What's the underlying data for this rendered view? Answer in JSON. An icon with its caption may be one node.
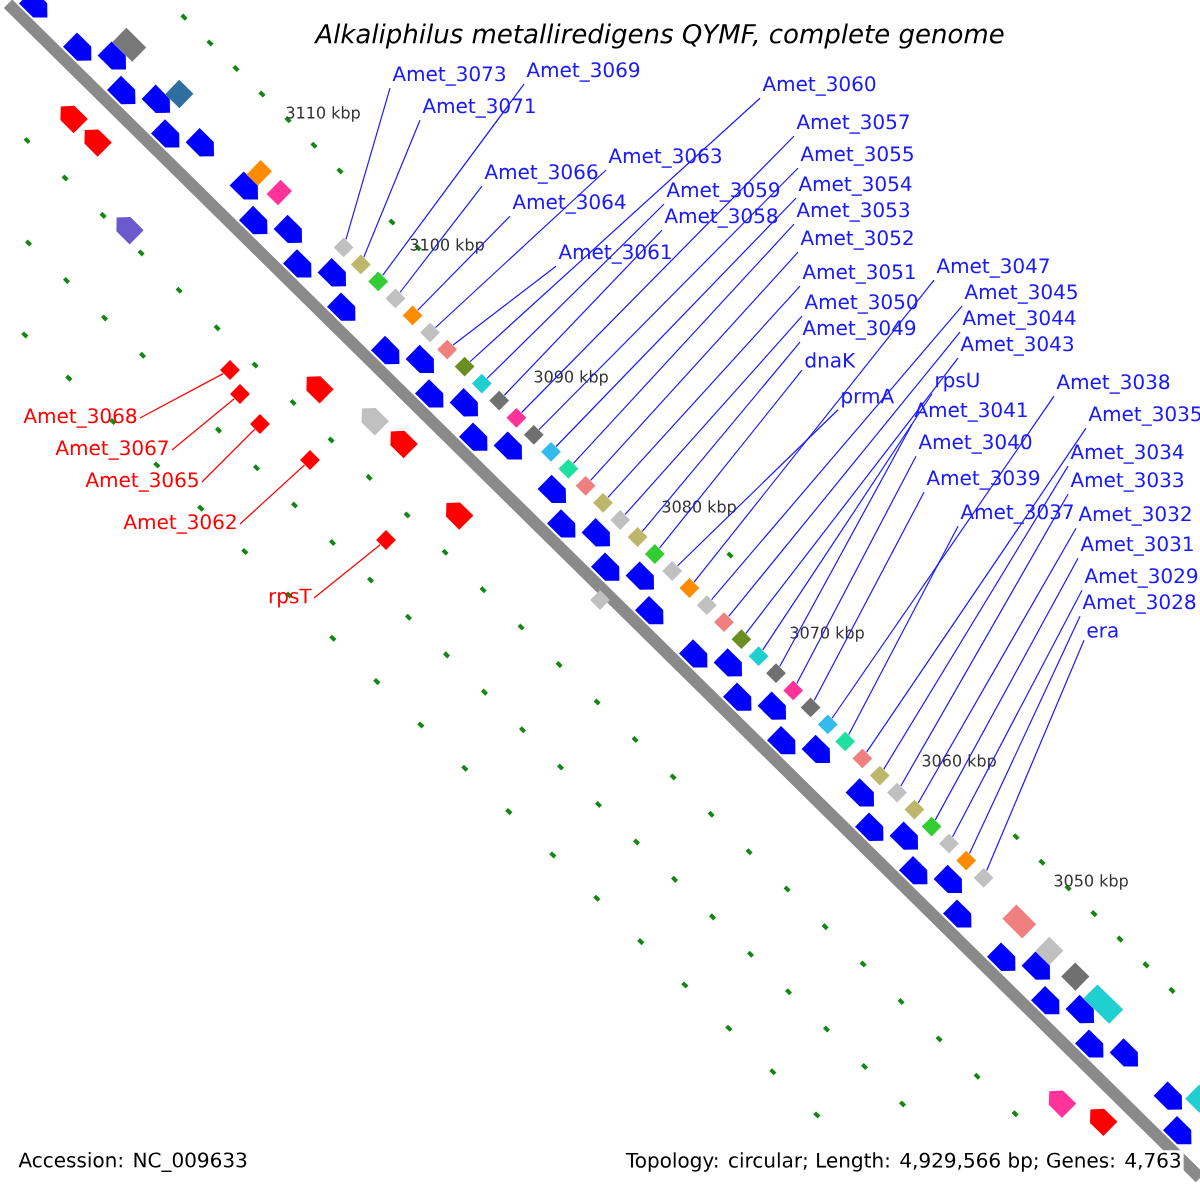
{
  "diagram": {
    "title": "Alkaliphilus metalliredigens QYMF, complete genome",
    "nodes": [
      {
        "text": [
          "Amet_3073"
        ]
      },
      {
        "text": [
          "Amet_3069"
        ]
      },
      {
        "text": [
          "Amet_3071"
        ]
      },
      {
        "text": [
          "Amet_3060"
        ]
      },
      {
        "text": [
          "Amet_3063"
        ]
      },
      {
        "text": [
          "Amet_3066"
        ]
      },
      {
        "text": [
          "Amet_3057"
        ]
      },
      {
        "text": [
          "Amet_3064"
        ]
      },
      {
        "text": [
          "Amet_3055"
        ]
      },
      {
        "text": [
          "Amet_3059"
        ]
      },
      {
        "text": [
          "Amet_3054"
        ]
      },
      {
        "text": [
          "Amet_3058"
        ]
      },
      {
        "text": [
          "Amet_3053"
        ]
      },
      {
        "text": [
          "Amet_3061"
        ]
      },
      {
        "text": [
          "Amet_3052"
        ]
      },
      {
        "text": [
          "Amet_3051"
        ]
      },
      {
        "text": [
          "Amet_3047"
        ]
      },
      {
        "text": [
          "Amet_3050"
        ]
      },
      {
        "text": [
          "Amet_3045"
        ]
      },
      {
        "text": [
          "Amet_3049"
        ]
      },
      {
        "text": [
          "Amet_3044"
        ]
      },
      {
        "text": [
          "Amet_3043"
        ]
      },
      {
        "text": [
          "dnaK"
        ]
      },
      {
        "text": [
          "rpsU"
        ]
      },
      {
        "text": [
          "prmA"
        ]
      },
      {
        "text": [
          "Amet_3038"
        ]
      },
      {
        "text": [
          "Amet_3041"
        ]
      },
      {
        "text": [
          "Amet_3035"
        ]
      },
      {
        "text": [
          "Amet_3040"
        ]
      },
      {
        "text": [
          "Amet_3034"
        ]
      },
      {
        "text": [
          "Amet_3039"
        ]
      },
      {
        "text": [
          "Amet_3033"
        ]
      },
      {
        "text": [
          "Amet_3037"
        ]
      },
      {
        "text": [
          "Amet_3032"
        ]
      },
      {
        "text": [
          "Amet_3031"
        ]
      },
      {
        "text": [
          "Amet_3029"
        ]
      },
      {
        "text": [
          "Amet_3028"
        ]
      },
      {
        "text": [
          "era"
        ]
      },
      {
        "text": [
          "Amet_3068"
        ]
      },
      {
        "text": [
          "Amet_3067"
        ]
      },
      {
        "text": [
          "Amet_3065"
        ]
      },
      {
        "text": [
          "Amet_3062"
        ]
      },
      {
        "text": [
          "rpsT"
        ]
      },
      {
        "text": [],
        "shape": "diamond"
      },
      {
        "text": [],
        "shape": "diamond"
      },
      {
        "text": [],
        "shape": "diamond"
      },
      {
        "text": [],
        "shape": "diamond"
      },
      {
        "text": [],
        "shape": "diamond"
      },
      {
        "text": [],
        "shape": "diamond"
      },
      {
        "text": [],
        "shape": "diamond"
      },
      {
        "text": [],
        "shape": "diamond"
      },
      {
        "text": [],
        "shape": "diamond"
      },
      {
        "text": [],
        "shape": "diamond"
      },
      {
        "text": [],
        "shape": "diamond"
      },
      {
        "text": [],
        "shape": "diamond"
      },
      {
        "text": [],
        "shape": "diamond"
      },
      {
        "text": [],
        "shape": "diamond"
      },
      {
        "text": [],
        "shape": "diamond"
      },
      {
        "text": [],
        "shape": "diamond"
      },
      {
        "text": [],
        "shape": "diamond"
      },
      {
        "text": [],
        "shape": "diamond"
      },
      {
        "text": [],
        "shape": "diamond"
      },
      {
        "text": [],
        "shape": "diamond"
      },
      {
        "text": [],
        "shape": "diamond"
      },
      {
        "text": [],
        "shape": "diamond"
      },
      {
        "text": [],
        "shape": "diamond"
      },
      {
        "text": [],
        "shape": "diamond"
      },
      {
        "text": [],
        "shape": "diamond"
      },
      {
        "text": [],
        "shape": "diamond"
      },
      {
        "text": [],
        "shape": "diamond"
      },
      {
        "text": [],
        "shape": "diamond"
      },
      {
        "text": [],
        "shape": "diamond"
      },
      {
        "text": [],
        "shape": "diamond"
      },
      {
        "text": [],
        "shape": "diamond"
      },
      {
        "text": [],
        "shape": "diamond"
      },
      {
        "text": [],
        "shape": "diamond"
      },
      {
        "text": [],
        "shape": "diamond"
      },
      {
        "text": [],
        "shape": "diamond"
      },
      {
        "text": [],
        "shape": "diamond"
      },
      {
        "text": [],
        "shape": "diamond"
      },
      {
        "text": [],
        "shape": "diamond"
      },
      {
        "text": [],
        "shape": "diamond"
      },
      {
        "text": [],
        "shape": "diamond"
      },
      {
        "text": [],
        "shape": "diamond"
      },
      {
        "text": [],
        "shape": "diamond"
      },
      {
        "text": [],
        "shape": "diamond"
      },
      {
        "text": [],
        "shape": "diamond"
      }
    ],
    "edges": [
      {
        "from": 0,
        "to": 43,
        "arrow": "none"
      },
      {
        "from": 1,
        "to": 45,
        "arrow": "none"
      },
      {
        "from": 2,
        "to": 44,
        "arrow": "none"
      },
      {
        "from": 3,
        "to": 51,
        "arrow": "none"
      },
      {
        "from": 4,
        "to": 48,
        "arrow": "none"
      },
      {
        "from": 5,
        "to": 46,
        "arrow": "none"
      },
      {
        "from": 6,
        "to": 55,
        "arrow": "none"
      },
      {
        "from": 7,
        "to": 47,
        "arrow": "none"
      },
      {
        "from": 8,
        "to": 57,
        "arrow": "none"
      },
      {
        "from": 9,
        "to": 52,
        "arrow": "none"
      },
      {
        "from": 10,
        "to": 58,
        "arrow": "none"
      },
      {
        "from": 11,
        "to": 54,
        "arrow": "none"
      },
      {
        "from": 12,
        "to": 60,
        "arrow": "none"
      },
      {
        "from": 13,
        "to": 49,
        "arrow": "none"
      },
      {
        "from": 14,
        "to": 61,
        "arrow": "none"
      },
      {
        "from": 15,
        "to": 62,
        "arrow": "none"
      },
      {
        "from": 16,
        "to": 68,
        "arrow": "none"
      },
      {
        "from": 17,
        "to": 63,
        "arrow": "none"
      },
      {
        "from": 18,
        "to": 69,
        "arrow": "none"
      },
      {
        "from": 19,
        "to": 65,
        "arrow": "none"
      },
      {
        "from": 20,
        "to": 70,
        "arrow": "none"
      },
      {
        "from": 21,
        "to": 71,
        "arrow": "none"
      },
      {
        "from": 22,
        "to": 66,
        "arrow": "none"
      },
      {
        "from": 23,
        "to": 72,
        "arrow": "none"
      },
      {
        "from": 24,
        "to": 67,
        "arrow": "none"
      },
      {
        "from": 25,
        "to": 76,
        "arrow": "none"
      },
      {
        "from": 26,
        "to": 73,
        "arrow": "none"
      },
      {
        "from": 27,
        "to": 78,
        "arrow": "none"
      },
      {
        "from": 28,
        "to": 74,
        "arrow": "none"
      },
      {
        "from": 29,
        "to": 79,
        "arrow": "none"
      },
      {
        "from": 30,
        "to": 75,
        "arrow": "none"
      },
      {
        "from": 31,
        "to": 80,
        "arrow": "none"
      },
      {
        "from": 32,
        "to": 77,
        "arrow": "none"
      },
      {
        "from": 33,
        "to": 81,
        "arrow": "none"
      },
      {
        "from": 34,
        "to": 82,
        "arrow": "none"
      },
      {
        "from": 35,
        "to": 83,
        "arrow": "none"
      },
      {
        "from": 36,
        "to": 84,
        "arrow": "none"
      },
      {
        "from": 37,
        "to": 85,
        "arrow": "none"
      },
      {
        "from": 38,
        "to": 50,
        "arrow": "none",
        "color": "#ff0000"
      },
      {
        "from": 39,
        "to": 53,
        "arrow": "none",
        "color": "#ff0000"
      },
      {
        "from": 40,
        "to": 56,
        "arrow": "none",
        "color": "#ff0000"
      },
      {
        "from": 41,
        "to": 59,
        "arrow": "none",
        "color": "#ff0000"
      },
      {
        "from": 42,
        "to": 64,
        "arrow": "none",
        "color": "#ff0000"
      }
    ],
    "labels": [
      "3110 kbp",
      "3100 kbp",
      "3090 kbp",
      "3080 kbp",
      "3070 kbp",
      "3060 kbp",
      "3050 kbp",
      "Accession: NC_009633",
      "Topology: circular; Length: 4,929,566 bp; Genes: 4,763"
    ]
  }
}
